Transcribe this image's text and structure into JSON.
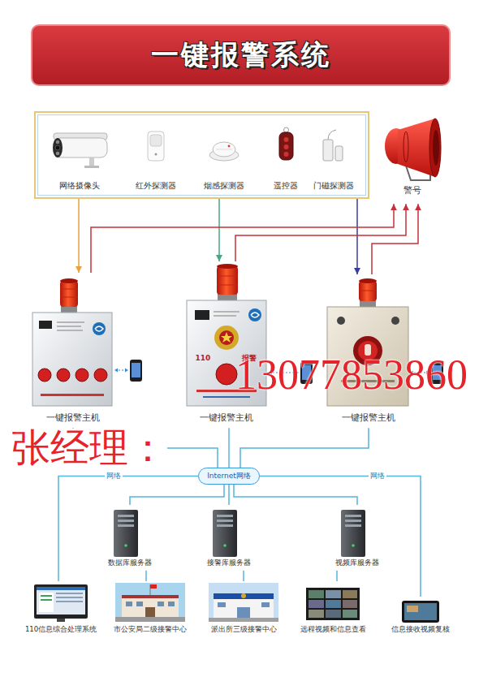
{
  "diagram": {
    "title": "一键报警系统",
    "nodes": [
      {
        "text": [
          "网络摄像头",
          "红外探测器",
          "烟感探测器",
          "遥控器",
          "门磁探测器"
        ]
      },
      {
        "text": [
          "警号"
        ]
      },
      {
        "text": [
          "一键报警主机"
        ]
      },
      {
        "text": [
          "110",
          "报警",
          "一键报警主机"
        ]
      },
      {
        "text": [
          "一键报警主机"
        ]
      },
      {
        "text": [
          "Internet网络"
        ]
      },
      {
        "text": [
          "数据库服务器"
        ]
      },
      {
        "text": [
          "接警库服务器"
        ]
      },
      {
        "text": [
          "视频库服务器"
        ]
      },
      {
        "text": [
          "110信息综合处理系统"
        ]
      },
      {
        "text": [
          "市公安局二级接警中心"
        ]
      },
      {
        "text": [
          "派出所三级接警中心"
        ]
      },
      {
        "text": [
          "远程视频和信息查看"
        ]
      },
      {
        "text": [
          "信息接收视频复核"
        ]
      }
    ],
    "edges": [
      {
        "from": 0,
        "to": 2,
        "arrow": "to"
      },
      {
        "from": 0,
        "to": 3,
        "arrow": "to"
      },
      {
        "from": 0,
        "to": 4,
        "arrow": "to"
      },
      {
        "from": 2,
        "to": 1,
        "arrow": "to"
      },
      {
        "from": 3,
        "to": 1,
        "arrow": "to"
      },
      {
        "from": 4,
        "to": 1,
        "arrow": "to"
      },
      {
        "from": 2,
        "to": 5,
        "arrow": "none"
      },
      {
        "from": 3,
        "to": 5,
        "arrow": "none"
      },
      {
        "from": 4,
        "to": 5,
        "arrow": "none"
      },
      {
        "from": 5,
        "to": 9,
        "arrow": "none",
        "label": "网络"
      },
      {
        "from": 5,
        "to": 13,
        "arrow": "none",
        "label": "网络"
      },
      {
        "from": 5,
        "to": 6,
        "arrow": "none"
      },
      {
        "from": 5,
        "to": 7,
        "arrow": "none"
      },
      {
        "from": 5,
        "to": 8,
        "arrow": "none"
      },
      {
        "from": 6,
        "to": 10,
        "arrow": "none"
      },
      {
        "from": 7,
        "to": 11,
        "arrow": "none"
      },
      {
        "from": 8,
        "to": 12,
        "arrow": "none"
      }
    ],
    "labels": [
      "张经理：",
      "13077853860"
    ]
  }
}
